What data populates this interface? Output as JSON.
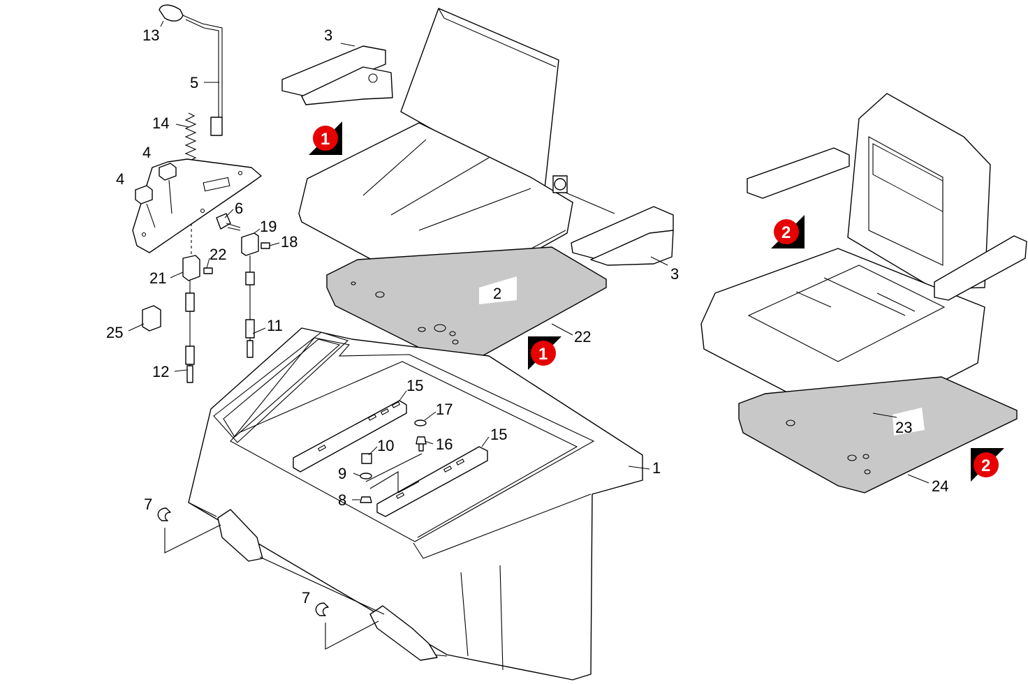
{
  "callouts": {
    "c1": "1",
    "c2": "2",
    "c3a": "3",
    "c3b": "3",
    "c4a": "4",
    "c4b": "4",
    "c5": "5",
    "c6": "6",
    "c7a": "7",
    "c7b": "7",
    "c8": "8",
    "c9": "9",
    "c10": "10",
    "c11": "11",
    "c12": "12",
    "c13": "13",
    "c14": "14",
    "c15a": "15",
    "c15b": "15",
    "c16": "16",
    "c17": "17",
    "c18": "18",
    "c19": "19",
    "c21": "21",
    "c22a": "22",
    "c22b": "22",
    "c23": "23",
    "c24": "24",
    "c25": "25"
  },
  "badges": {
    "b1a": "1",
    "b1b": "1",
    "b2a": "2",
    "b2b": "2"
  },
  "colors": {
    "badge": "#e60000",
    "badge_marker": "#000000",
    "panel_shade": "#c8c8c8"
  }
}
